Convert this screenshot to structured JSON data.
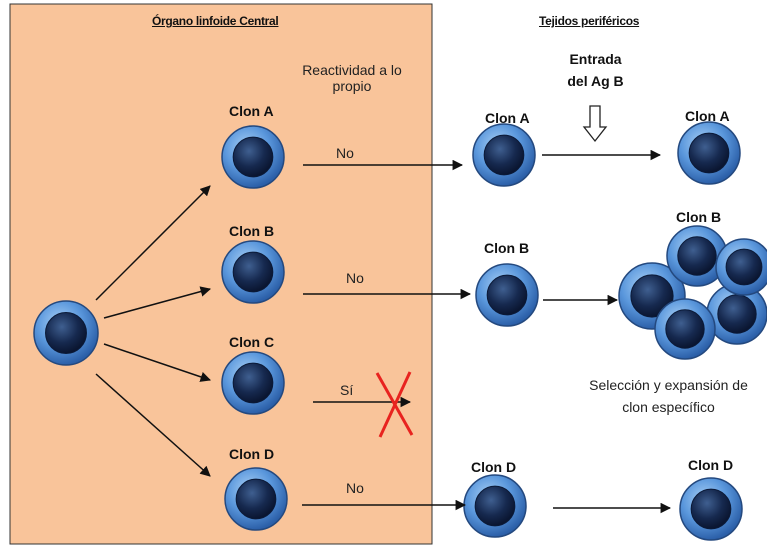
{
  "titles": {
    "central": "Órgano linfoide Central",
    "peripheral": "Tejidos periféricos"
  },
  "headers": {
    "reactivity": [
      "Reactividad a lo",
      "propio"
    ],
    "antigen": [
      "Entrada",
      "del Ag B"
    ]
  },
  "clones": {
    "a": "Clon A",
    "b": "Clon B",
    "c": "Clon C",
    "d": "Clon D"
  },
  "answers": {
    "a": "No",
    "b": "No",
    "c": "Sí",
    "d": "No"
  },
  "selection_note": [
    "Selección y expansión de",
    "clon específico"
  ],
  "colors": {
    "central_fill": "#f9c49a",
    "cell_outer": "#4f8fd6",
    "cell_inner": "#12254a",
    "reject_cross": "#e8231f"
  }
}
